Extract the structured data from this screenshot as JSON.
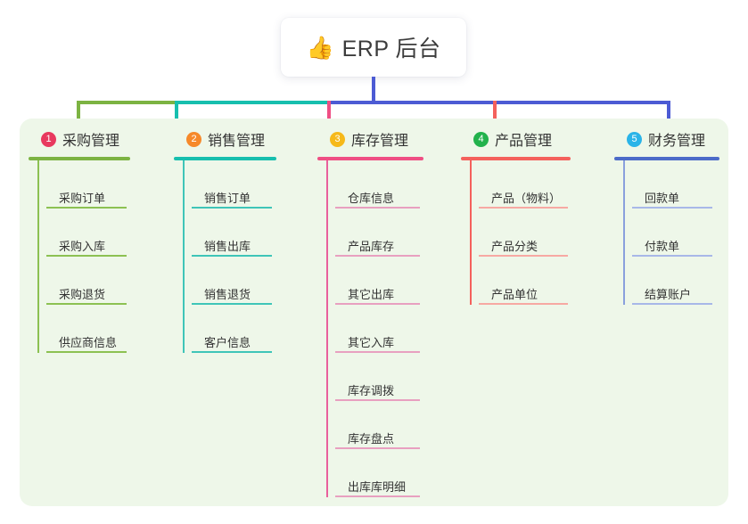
{
  "root": {
    "icon": "thumbs-up-icon",
    "emoji": "👍",
    "title": "ERP 后台"
  },
  "palette": {
    "panel_bg": "#eef7e9",
    "trunk": "#4c5bd4",
    "green": "#7cb342",
    "teal": "#17bfae",
    "pink": "#ef4f84",
    "red": "#f4615c",
    "blue": "#6b80d8",
    "badge_1": "#e8395e",
    "badge_2": "#f6892a",
    "badge_3": "#f6b91a",
    "badge_4": "#22b24c",
    "badge_5": "#2ab4e8",
    "text": "#333333"
  },
  "columns": [
    {
      "number": "1",
      "label": "采购管理",
      "badge_color": "#e8395e",
      "rule_color": "#7cb342",
      "stem_color": "#8cc152",
      "item_rule_color": "#8cc152",
      "rule_width": 114,
      "item_rule_width": 90,
      "items": [
        {
          "label": "采购订单"
        },
        {
          "label": "采购入库"
        },
        {
          "label": "采购退货"
        },
        {
          "label": "供应商信息"
        }
      ]
    },
    {
      "number": "2",
      "label": "销售管理",
      "badge_color": "#f6892a",
      "rule_color": "#17bfae",
      "stem_color": "#3fc5b8",
      "item_rule_color": "#3fc5b8",
      "rule_width": 115,
      "item_rule_width": 90,
      "items": [
        {
          "label": "销售订单"
        },
        {
          "label": "销售出库"
        },
        {
          "label": "销售退货"
        },
        {
          "label": "客户信息"
        }
      ]
    },
    {
      "number": "3",
      "label": "库存管理",
      "badge_color": "#f6b91a",
      "rule_color": "#ef4f84",
      "stem_color": "#e8609c",
      "item_rule_color": "#e8a0c0",
      "rule_width": 119,
      "item_rule_width": 95,
      "items": [
        {
          "label": "仓库信息"
        },
        {
          "label": "产品库存"
        },
        {
          "label": "其它出库"
        },
        {
          "label": "其它入库"
        },
        {
          "label": "库存调拨"
        },
        {
          "label": "库存盘点"
        },
        {
          "label": "出库库明细"
        }
      ]
    },
    {
      "number": "4",
      "label": "产品管理",
      "badge_color": "#22b24c",
      "rule_color": "#f4615c",
      "stem_color": "#f4615c",
      "item_rule_color": "#f7a9a3",
      "rule_width": 123,
      "item_rule_width": 100,
      "items": [
        {
          "label": "产品（物料）"
        },
        {
          "label": "产品分类"
        },
        {
          "label": "产品单位"
        }
      ]
    },
    {
      "number": "5",
      "label": "财务管理",
      "badge_color": "#2ab4e8",
      "rule_color": "#4c6bc8",
      "stem_color": "#8aa0dd",
      "item_rule_color": "#a8b8e8",
      "rule_width": 118,
      "item_rule_width": 90,
      "items": [
        {
          "label": "回款单"
        },
        {
          "label": "付款单"
        },
        {
          "label": "结算账户"
        }
      ]
    }
  ]
}
